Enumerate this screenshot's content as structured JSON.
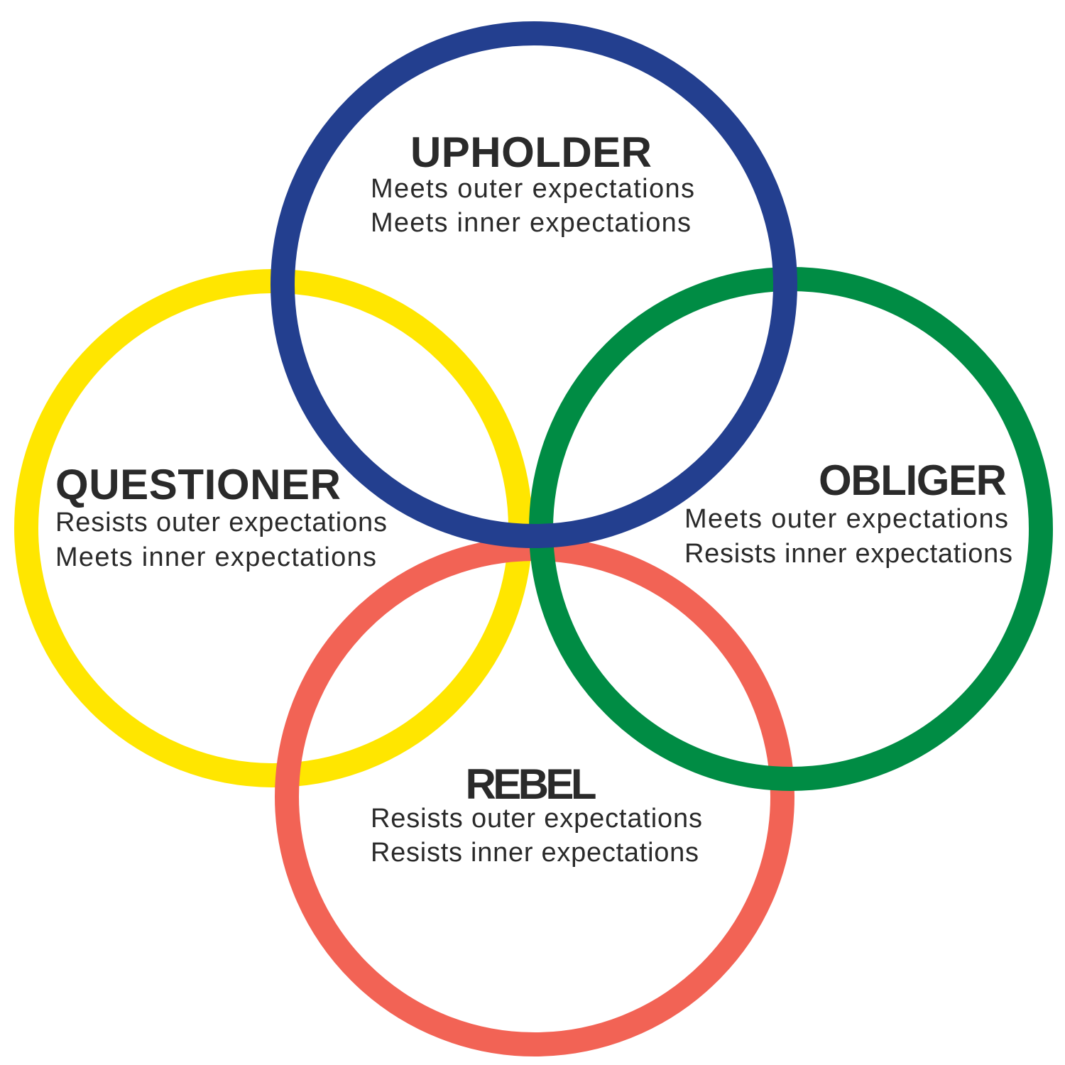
{
  "colors": {
    "upholder": "#233f8f",
    "questioner": "#ffe600",
    "obliger": "#008c44",
    "rebel": "#f26355"
  },
  "upholder": {
    "title": "UPHOLDER",
    "line1": "Meets outer expectations",
    "line2": "Meets inner expectations"
  },
  "questioner": {
    "title": "QUESTIONER",
    "line1": "Resists outer expectations",
    "line2": "Meets inner expectations"
  },
  "obliger": {
    "title": "OBLIGER",
    "line1": "Meets outer expectations",
    "line2": "Resists inner expectations"
  },
  "rebel": {
    "title": "REBEL",
    "line1": "Resists outer expectations",
    "line2": "Resists inner expectations"
  }
}
